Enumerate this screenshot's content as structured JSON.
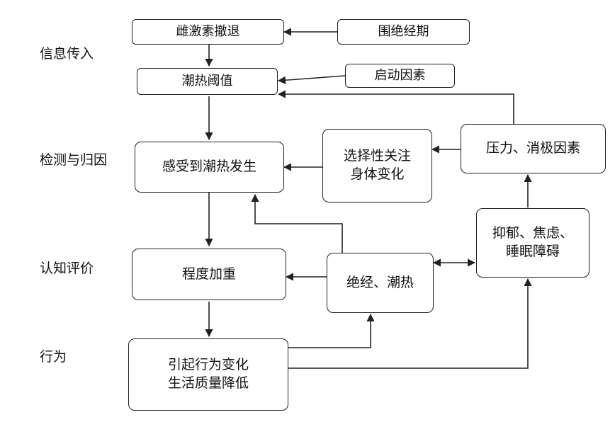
{
  "stages": {
    "input": "信息传入",
    "detect": "检测与归因",
    "cognitive": "认知评价",
    "behavior": "行为"
  },
  "nodes": {
    "estrogen": "雌激素撤退",
    "perimenopause": "围绝经期",
    "threshold": "潮热阈值",
    "trigger": "启动因素",
    "perceive": "感受到潮热发生",
    "selective": "选择性关注\n身体变化",
    "stress": "压力、消极因素",
    "depression": "抑郁、焦虑、\n睡眠障碍",
    "severity": "程度加重",
    "menopause": "绝经、潮热",
    "behavior_change": "引起行为变化\n生活质量降低"
  }
}
